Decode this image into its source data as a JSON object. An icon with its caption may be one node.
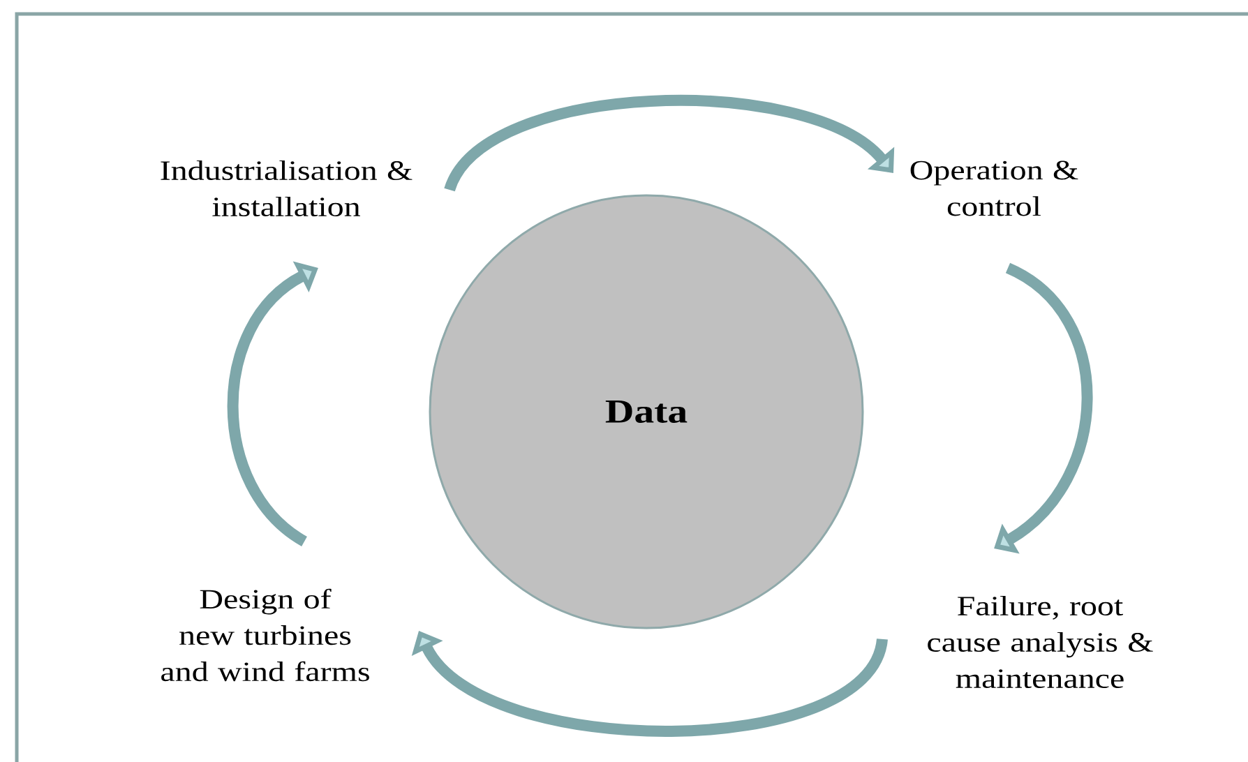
{
  "diagram": {
    "nodes": [
      {
        "text": [
          "Data"
        ]
      },
      {
        "text": [
          "Industrialisation & installation"
        ]
      },
      {
        "text": [
          "Operation & control"
        ]
      },
      {
        "text": [
          "Failure, root cause analysis & maintenance"
        ]
      },
      {
        "text": [
          "Design of new turbines and wind farms"
        ]
      }
    ],
    "edges": [
      {
        "from": 1,
        "to": 2,
        "arrow": "to"
      },
      {
        "from": 2,
        "to": 3,
        "arrow": "to"
      },
      {
        "from": 3,
        "to": 4,
        "arrow": "to"
      },
      {
        "from": 4,
        "to": 1,
        "arrow": "to"
      }
    ]
  }
}
